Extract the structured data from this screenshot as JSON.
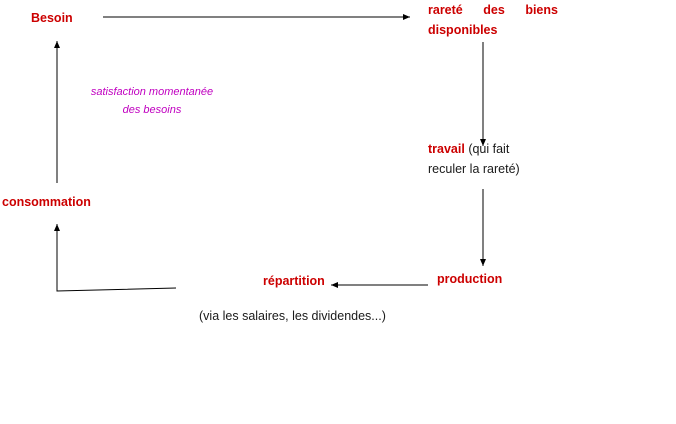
{
  "diagram": {
    "nodes": {
      "besoin": "Besoin",
      "rarete_words": [
        "rareté",
        "des",
        "biens"
      ],
      "rarete_line2": "disponibles",
      "travail_bold": "travail",
      "travail_rest1": " (qui fait",
      "travail_line2": "reculer la rareté)",
      "production": "production",
      "repartition": "répartition",
      "repartition_note": "(via les salaires, les dividendes...)",
      "consommation": "consommation",
      "satisfaction_line1": "satisfaction momentanée",
      "satisfaction_line2": "des besoins"
    },
    "colors": {
      "node_red": "#cc0000",
      "note_magenta": "#c000c0",
      "text_dark": "#1a1a1a",
      "arrow": "#000000"
    }
  }
}
